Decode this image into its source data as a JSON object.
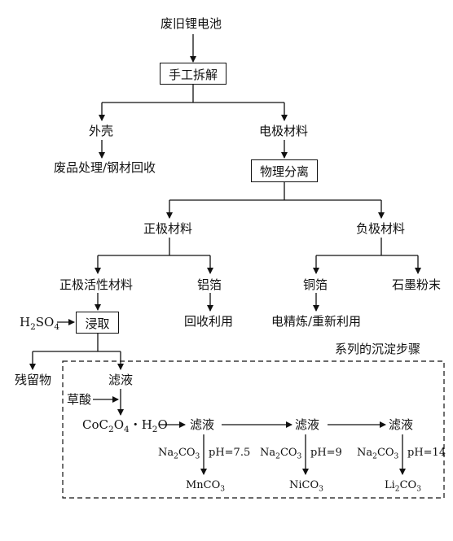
{
  "nodes": {
    "battery": "废旧锂电池",
    "manual": "手工拆解",
    "shell": "外壳",
    "electrode": "电极材料",
    "waste": "废品处理/钢材回收",
    "physical": "物理分离",
    "cathode": "正极材料",
    "anode": "负极材料",
    "active": "正极活性材料",
    "al": "铝箔",
    "cu": "铜箔",
    "graphite": "石墨粉末",
    "h2so4": {
      "a": "H",
      "b": "2",
      "c": "SO",
      "d": "4"
    },
    "leach": "浸取",
    "recycle": "回收利用",
    "smelt": "电精炼/重新利用",
    "series": "系列的沉淀步骤",
    "residue": "残留物",
    "filtrate0": "滤液",
    "oxalic": "草酸",
    "coc2o4": {
      "a": "CoC",
      "b": "2",
      "c": "O",
      "d": "4",
      "e": "・H",
      "f": "2",
      "g": "O"
    },
    "filtrate1": "滤液",
    "filtrate2": "滤液",
    "filtrate3": "滤液",
    "na2co3": {
      "a": "Na",
      "b": "2",
      "c": "CO",
      "d": "3"
    },
    "ph1": "pH=7.5",
    "ph2": "pH=9",
    "ph3": "pH=14",
    "mnco3": {
      "a": "MnCO",
      "b": "3"
    },
    "nico3": {
      "a": "NiCO",
      "b": "3"
    },
    "li2co3": {
      "a": "Li",
      "b": "2",
      "c": "CO",
      "d": "3"
    }
  }
}
